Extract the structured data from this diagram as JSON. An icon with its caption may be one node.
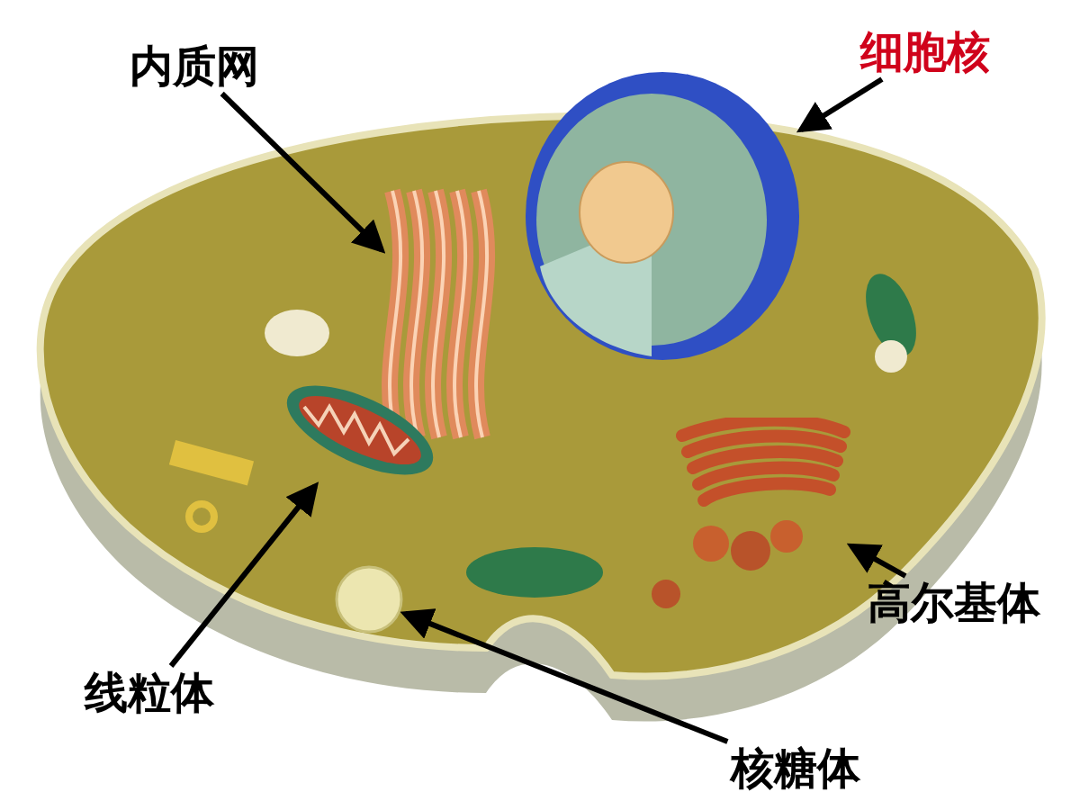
{
  "diagram": {
    "nodes": [
      {
        "text": [
          "内质网"
        ]
      },
      {
        "text": [
          "细胞核"
        ]
      },
      {
        "text": [
          "高尔基体"
        ]
      },
      {
        "text": [
          "线粒体"
        ]
      },
      {
        "text": [
          "核糖体"
        ]
      },
      {
        "text": [],
        "shape": "picture"
      },
      {
        "text": [],
        "shape": "picture"
      },
      {
        "text": [],
        "shape": "picture"
      },
      {
        "text": [],
        "shape": "picture"
      },
      {
        "text": [],
        "shape": "circle"
      }
    ],
    "edges": [
      {
        "from": 0,
        "to": 5,
        "arrow": "to"
      },
      {
        "from": 1,
        "to": 6,
        "arrow": "to"
      },
      {
        "from": 2,
        "to": 7,
        "arrow": "to"
      },
      {
        "from": 3,
        "to": 8,
        "arrow": "to"
      },
      {
        "from": 4,
        "to": 9,
        "arrow": "to"
      }
    ]
  }
}
